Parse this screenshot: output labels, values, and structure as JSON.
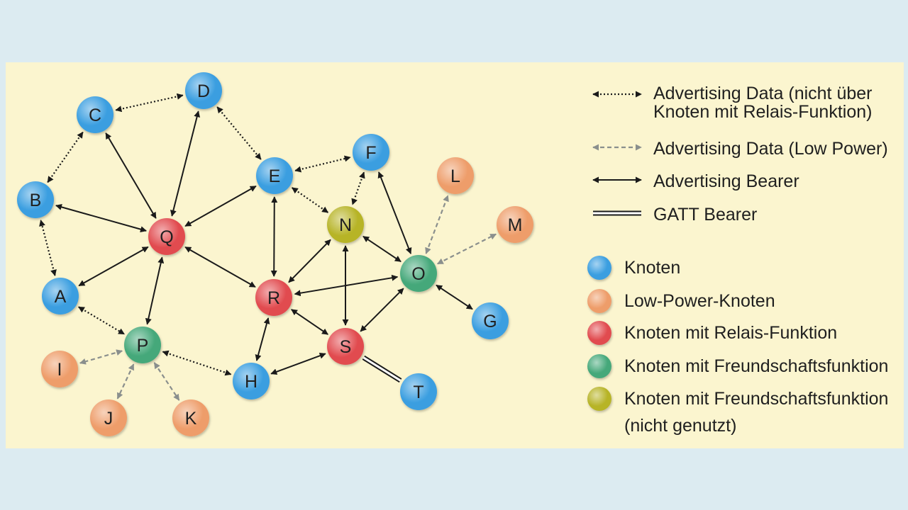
{
  "colors": {
    "background": "#dcebf1",
    "panel": "#fbf5cf",
    "knoten": "#3a9ee0",
    "low_power": "#ee9d6a",
    "relais": "#e14b4f",
    "freundschaft": "#45a87a",
    "freundschaft_unused": "#b7b428",
    "arrow": "#1a1a1a",
    "low_power_arrow": "#8a8f8d"
  },
  "nodes": [
    {
      "id": "A",
      "label": "A",
      "type": "knoten"
    },
    {
      "id": "B",
      "label": "B",
      "type": "knoten"
    },
    {
      "id": "C",
      "label": "C",
      "type": "knoten"
    },
    {
      "id": "D",
      "label": "D",
      "type": "knoten"
    },
    {
      "id": "E",
      "label": "E",
      "type": "knoten"
    },
    {
      "id": "F",
      "label": "F",
      "type": "knoten"
    },
    {
      "id": "G",
      "label": "G",
      "type": "knoten"
    },
    {
      "id": "H",
      "label": "H",
      "type": "knoten"
    },
    {
      "id": "I",
      "label": "I",
      "type": "low_power"
    },
    {
      "id": "J",
      "label": "J",
      "type": "low_power"
    },
    {
      "id": "K",
      "label": "K",
      "type": "low_power"
    },
    {
      "id": "L",
      "label": "L",
      "type": "low_power"
    },
    {
      "id": "M",
      "label": "M",
      "type": "low_power"
    },
    {
      "id": "N",
      "label": "N",
      "type": "freundschaft_unused"
    },
    {
      "id": "O",
      "label": "O",
      "type": "freundschaft"
    },
    {
      "id": "P",
      "label": "P",
      "type": "freundschaft"
    },
    {
      "id": "Q",
      "label": "Q",
      "type": "relais"
    },
    {
      "id": "R",
      "label": "R",
      "type": "relais"
    },
    {
      "id": "S",
      "label": "S",
      "type": "relais"
    },
    {
      "id": "T",
      "label": "T",
      "type": "knoten"
    }
  ],
  "edges": [
    {
      "from": "C",
      "to": "D",
      "kind": "advertising_data"
    },
    {
      "from": "B",
      "to": "C",
      "kind": "advertising_data"
    },
    {
      "from": "A",
      "to": "B",
      "kind": "advertising_data"
    },
    {
      "from": "D",
      "to": "E",
      "kind": "advertising_data"
    },
    {
      "from": "E",
      "to": "F",
      "kind": "advertising_data"
    },
    {
      "from": "E",
      "to": "N",
      "kind": "advertising_data"
    },
    {
      "from": "F",
      "to": "N",
      "kind": "advertising_data"
    },
    {
      "from": "A",
      "to": "P",
      "kind": "advertising_data"
    },
    {
      "from": "P",
      "to": "H",
      "kind": "advertising_data"
    },
    {
      "from": "P",
      "to": "I",
      "kind": "low_power"
    },
    {
      "from": "P",
      "to": "J",
      "kind": "low_power"
    },
    {
      "from": "P",
      "to": "K",
      "kind": "low_power"
    },
    {
      "from": "O",
      "to": "L",
      "kind": "low_power"
    },
    {
      "from": "O",
      "to": "M",
      "kind": "low_power"
    },
    {
      "from": "B",
      "to": "Q",
      "kind": "bearer"
    },
    {
      "from": "C",
      "to": "Q",
      "kind": "bearer"
    },
    {
      "from": "D",
      "to": "Q",
      "kind": "bearer"
    },
    {
      "from": "E",
      "to": "Q",
      "kind": "bearer"
    },
    {
      "from": "A",
      "to": "Q",
      "kind": "bearer"
    },
    {
      "from": "P",
      "to": "Q",
      "kind": "bearer"
    },
    {
      "from": "Q",
      "to": "R",
      "kind": "bearer"
    },
    {
      "from": "E",
      "to": "R",
      "kind": "bearer"
    },
    {
      "from": "R",
      "to": "N",
      "kind": "bearer"
    },
    {
      "from": "R",
      "to": "O",
      "kind": "bearer"
    },
    {
      "from": "R",
      "to": "S",
      "kind": "bearer"
    },
    {
      "from": "R",
      "to": "H",
      "kind": "bearer"
    },
    {
      "from": "N",
      "to": "O",
      "kind": "bearer"
    },
    {
      "from": "N",
      "to": "S",
      "kind": "bearer"
    },
    {
      "from": "F",
      "to": "O",
      "kind": "bearer"
    },
    {
      "from": "O",
      "to": "G",
      "kind": "bearer"
    },
    {
      "from": "O",
      "to": "S",
      "kind": "bearer"
    },
    {
      "from": "H",
      "to": "S",
      "kind": "bearer"
    },
    {
      "from": "S",
      "to": "T",
      "kind": "gatt"
    }
  ],
  "legend": {
    "edges": [
      {
        "kind": "advertising_data",
        "lines": [
          "Advertising Data (nicht über",
          "Knoten mit Relais-Funktion)"
        ]
      },
      {
        "kind": "low_power",
        "lines": [
          "Advertising Data (Low Power)"
        ]
      },
      {
        "kind": "bearer",
        "lines": [
          "Advertising Bearer"
        ]
      },
      {
        "kind": "gatt",
        "lines": [
          "GATT Bearer"
        ]
      }
    ],
    "nodes": [
      {
        "type": "knoten",
        "lines": [
          "Knoten"
        ]
      },
      {
        "type": "low_power",
        "lines": [
          "Low-Power-Knoten"
        ]
      },
      {
        "type": "relais",
        "lines": [
          "Knoten mit Relais-Funktion"
        ]
      },
      {
        "type": "freundschaft",
        "lines": [
          "Knoten mit Freundschaftsfunktion"
        ]
      },
      {
        "type": "freundschaft_unused",
        "lines": [
          "Knoten mit Freundschaftsfunktion",
          "(nicht genutzt)"
        ]
      }
    ]
  }
}
